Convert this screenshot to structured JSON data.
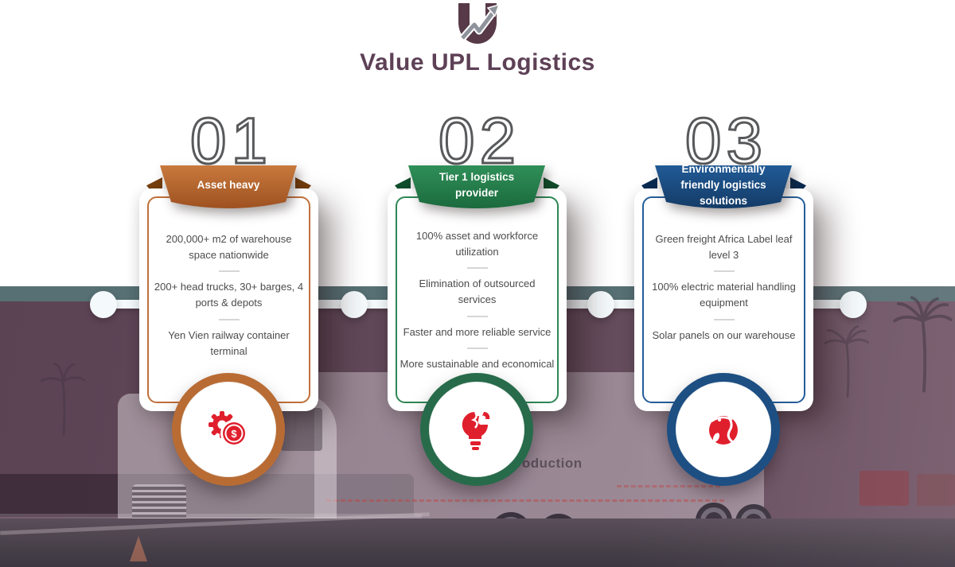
{
  "header": {
    "logo_title": "Value UPL Logistics"
  },
  "cards": [
    {
      "number": "01",
      "title": "Asset heavy",
      "accent": "#b96e36",
      "icon": "gear-dollar-icon",
      "items": [
        "200,000+ m2 of warehouse space nationwide",
        "200+ head trucks, 30+ barges, 4 ports & depots",
        "Yen Vien railway container terminal"
      ]
    },
    {
      "number": "02",
      "title": "Tier 1 logistics provider",
      "accent": "#2b7a50",
      "icon": "lightbulb-puzzle-icon",
      "items": [
        "100% asset and workforce utilization",
        "Elimination of outsourced services",
        "Faster and more reliable service",
        "More sustainable and economical solutions"
      ]
    },
    {
      "number": "03",
      "title": "Environmentally friendly logistics solutions",
      "accent": "#20548c",
      "icon": "globe-icon",
      "items": [
        "Green freight Africa Label leaf level 3",
        "100% electric material handling equipment",
        "Solar panels on our warehouse"
      ]
    }
  ],
  "photo": {
    "trailer_text": "m production"
  },
  "colors": {
    "orange": "#b96e36",
    "green": "#2b7a50",
    "blue": "#20548c",
    "icon_red": "#e01f2d",
    "title": "#5e4156"
  }
}
